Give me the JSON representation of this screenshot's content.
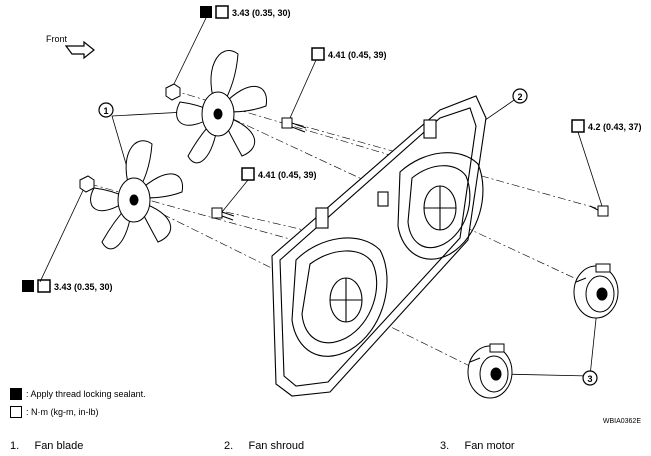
{
  "front_label": "Front",
  "torques": {
    "t1": "3.43 (0.35, 30)",
    "t2": "4.41 (0.45, 39)",
    "t3": "4.41 (0.45, 39)",
    "t4": "4.2 (0.43, 37)",
    "t5": "3.43 (0.35, 30)"
  },
  "callouts": [
    "1",
    "2",
    "3"
  ],
  "legend": {
    "sealant": ": Apply thread locking sealant.",
    "units": ": N·m (kg-m, in-lb)"
  },
  "figure_code": "WBIA0362E",
  "parts": [
    {
      "num": "1.",
      "name": "Fan blade"
    },
    {
      "num": "2.",
      "name": "Fan shroud"
    },
    {
      "num": "3.",
      "name": "Fan motor"
    }
  ]
}
